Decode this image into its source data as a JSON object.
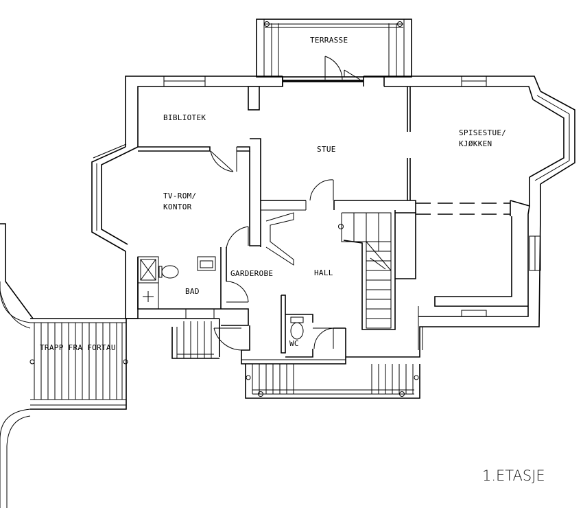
{
  "plan": {
    "rooms": {
      "terrasse": "TERRASSE",
      "bibliotek": "BIBLIOTEK",
      "stue": "STUE",
      "spisestue_line1": "SPISESTUE/",
      "spisestue_line2": "KJØKKEN",
      "tvrom_line1": "TV-ROM/",
      "tvrom_line2": "KONTOR",
      "garderobe": "GARDEROBE",
      "hall": "HALL",
      "bad": "BAD",
      "wc": "WC",
      "trapp": "TRAPP FRA FORTAU"
    },
    "floor_title": "1.ETASJE"
  }
}
